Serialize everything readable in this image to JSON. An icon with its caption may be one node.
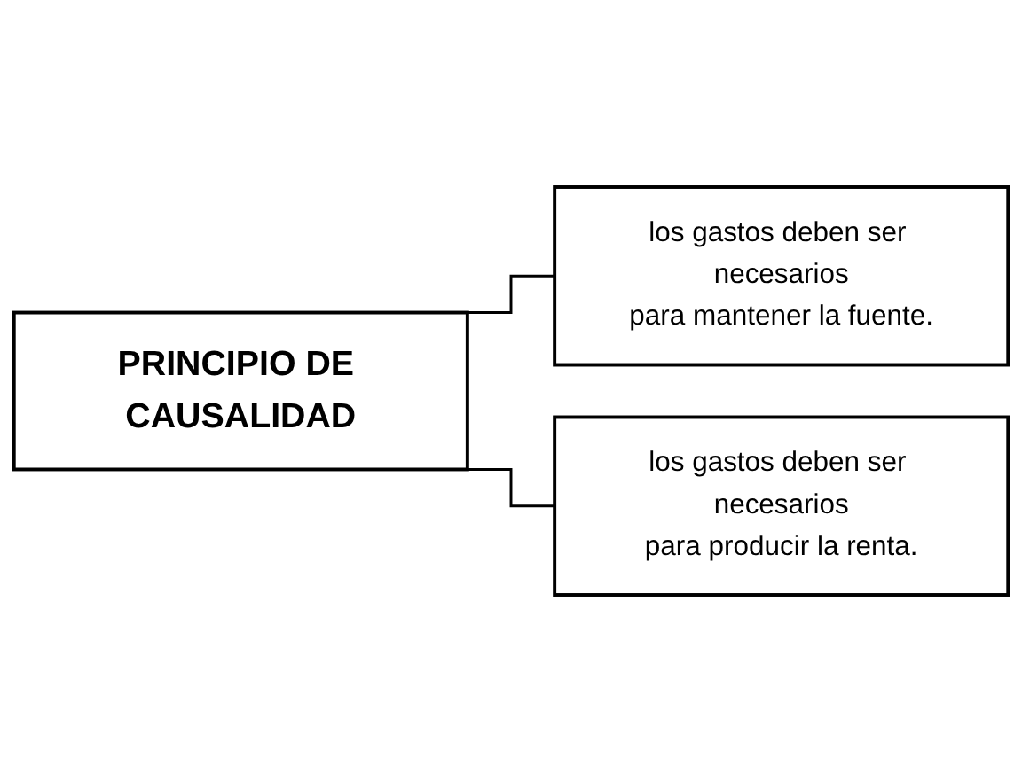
{
  "diagram": {
    "nodes": [
      {
        "text": [
          "PRINCIPIO DE CAUSALIDAD"
        ]
      },
      {
        "text": [
          "los gastos deben ser necesarios para mantener la fuente."
        ]
      },
      {
        "text": [
          "los gastos deben ser necesarios para producir la renta."
        ]
      }
    ],
    "edges": [
      {
        "from": 0,
        "to": 1,
        "arrow": "none"
      },
      {
        "from": 0,
        "to": 2,
        "arrow": "none"
      }
    ]
  }
}
